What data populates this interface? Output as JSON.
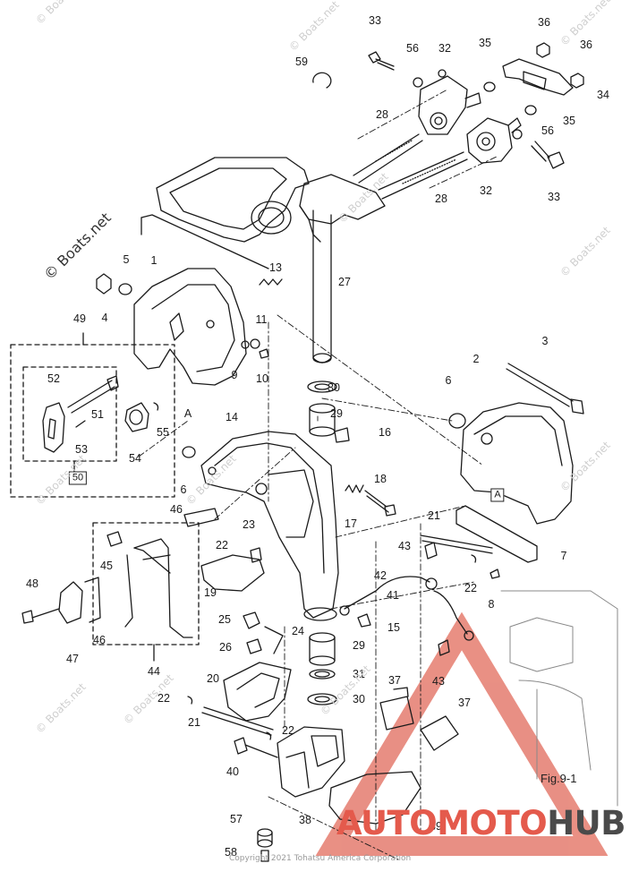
{
  "diagram": {
    "part_numbers": [
      "33",
      "36",
      "56",
      "32",
      "35",
      "36",
      "59",
      "34",
      "28",
      "35",
      "56",
      "32",
      "28",
      "33",
      "5",
      "1",
      "13",
      "27",
      "4",
      "11",
      "9",
      "10",
      "3",
      "49",
      "30",
      "2",
      "6",
      "52",
      "51",
      "29",
      "16",
      "55",
      "53",
      "54",
      "14",
      "6",
      "50",
      "A",
      "A",
      "18",
      "17",
      "46",
      "21",
      "23",
      "7",
      "22",
      "43",
      "22",
      "48",
      "45",
      "19",
      "42",
      "8",
      "41",
      "25",
      "24",
      "15",
      "46",
      "47",
      "26",
      "29",
      "43",
      "44",
      "31",
      "37",
      "20",
      "37",
      "30",
      "22",
      "21",
      "22",
      "40",
      "38",
      "39",
      "57",
      "58"
    ],
    "figure_label": "Fig.9-1",
    "watermark_text": "© Boats.net",
    "copyright": "Copyright 2021 Tohatsu America Corporation",
    "brand_part1": "AUTO",
    "brand_part2": "MOTO",
    "brand_part3": "HUB",
    "brand_color": "#e45a4c",
    "line_color": "#1a1a1a"
  }
}
